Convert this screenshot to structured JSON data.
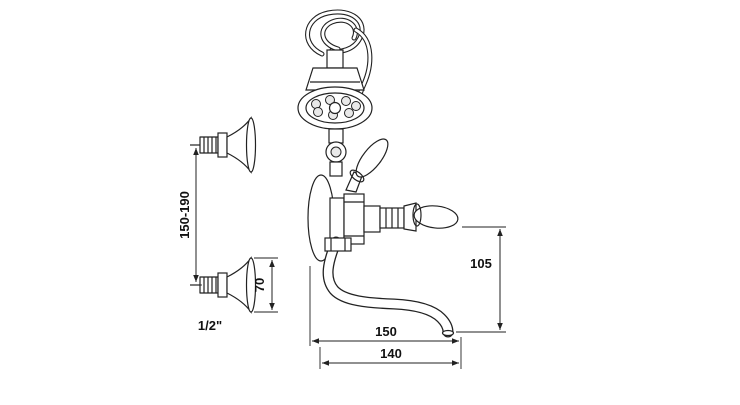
{
  "diagram": {
    "type": "technical-drawing",
    "subject": "wall-mounted bath shower mixer with handshower",
    "colors": {
      "line": "#222222",
      "background": "#ffffff",
      "text": "#111111"
    },
    "dimensions": {
      "wall_spacing": "150-190",
      "escutcheon_height": "70",
      "thread_size": "1/2\"",
      "spout_drop": "105",
      "spout_reach_total": "150",
      "spout_reach": "140"
    }
  }
}
